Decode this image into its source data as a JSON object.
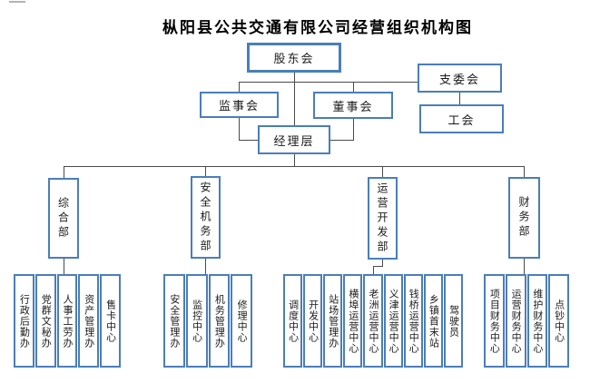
{
  "page": {
    "title": "枞阳县公共交通有限公司经营组织机构图"
  },
  "colors": {
    "box_border": "#4a7ebb",
    "connector": "#4a4a4a",
    "background": "#ffffff",
    "text": "#1a1a1a"
  },
  "org": {
    "level1": {
      "shareholders": "股东会"
    },
    "level2": {
      "supervisors": "监事会",
      "directors": "董事会",
      "branch_committee": "支委会"
    },
    "level3": {
      "management": "经理层",
      "labor_union": "工会"
    },
    "departments": {
      "general": "综合部",
      "safety": "安全机务部",
      "operations": "运营开发部",
      "finance": "财务部"
    },
    "groups": {
      "general": [
        "行政后勤办",
        "党群文秘办",
        "人事工劳办",
        "资产管理办",
        "售卡中心"
      ],
      "safety": [
        "安全管理办",
        "监控中心",
        "机务管理办",
        "修理中心"
      ],
      "operations": [
        "调度中心",
        "开发中心",
        "站场管理办",
        "横埠运营中心",
        "老洲运营中心",
        "义津运营中心",
        "钱桥运营中心",
        "乡镇首末站",
        "驾驶员"
      ],
      "finance": [
        "项目财务中心",
        "运营财务中心",
        "维护财务中心",
        "点钞中心"
      ]
    }
  }
}
